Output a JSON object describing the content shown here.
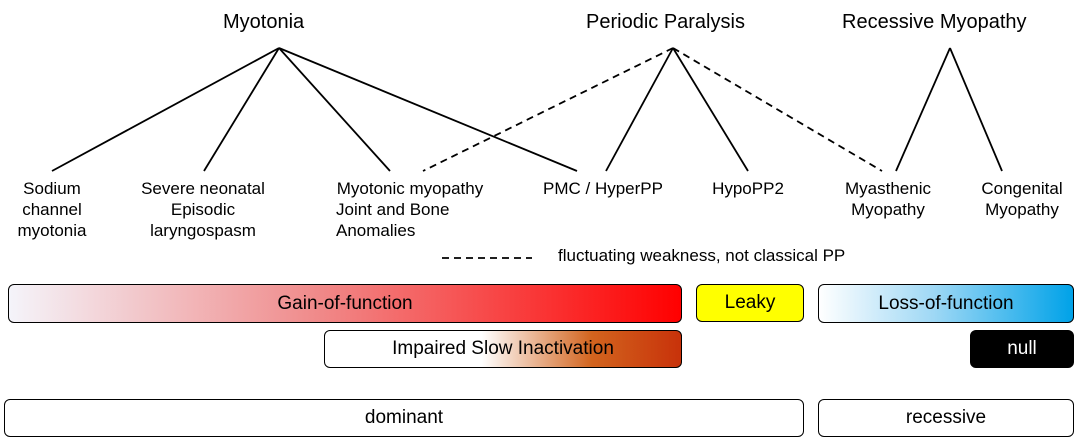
{
  "headings": {
    "myotonia": "Myotonia",
    "periodic_paralysis": "Periodic Paralysis",
    "recessive_myopathy": "Recessive Myopathy"
  },
  "phenotypes": {
    "sodium_channel_myotonia": [
      "Sodium",
      "channel",
      "myotonia"
    ],
    "severe_neonatal": [
      "Severe neonatal",
      "Episodic",
      "laryngospasm"
    ],
    "myotonic_myopathy": [
      "Myotonic myopathy",
      "Joint and Bone",
      "Anomalies"
    ],
    "pmc_hyperpp": "PMC / HyperPP",
    "hypopp2": "HypoPP2",
    "myasthenic_myopathy": [
      "Myasthenic",
      "Myopathy"
    ],
    "congenital_myopathy": [
      "Congenital",
      "Myopathy"
    ]
  },
  "legend": {
    "dashed_line_meaning": "fluctuating weakness, not classical PP"
  },
  "mechanisms": {
    "gain_of_function": "Gain-of-function",
    "leaky": "Leaky",
    "loss_of_function": "Loss-of-function",
    "impaired_slow_inactivation": "Impaired Slow Inactivation",
    "null": "null"
  },
  "inheritance": {
    "dominant": "dominant",
    "recessive": "recessive"
  },
  "colors": {
    "gain_start": "#f4f4fa",
    "gain_end": "#ff0000",
    "leaky": "#ffff00",
    "loss_start": "#ffffff",
    "loss_end": "#00a2e8",
    "slow_inactivation_end": "#c8320a",
    "null": "#000000"
  }
}
